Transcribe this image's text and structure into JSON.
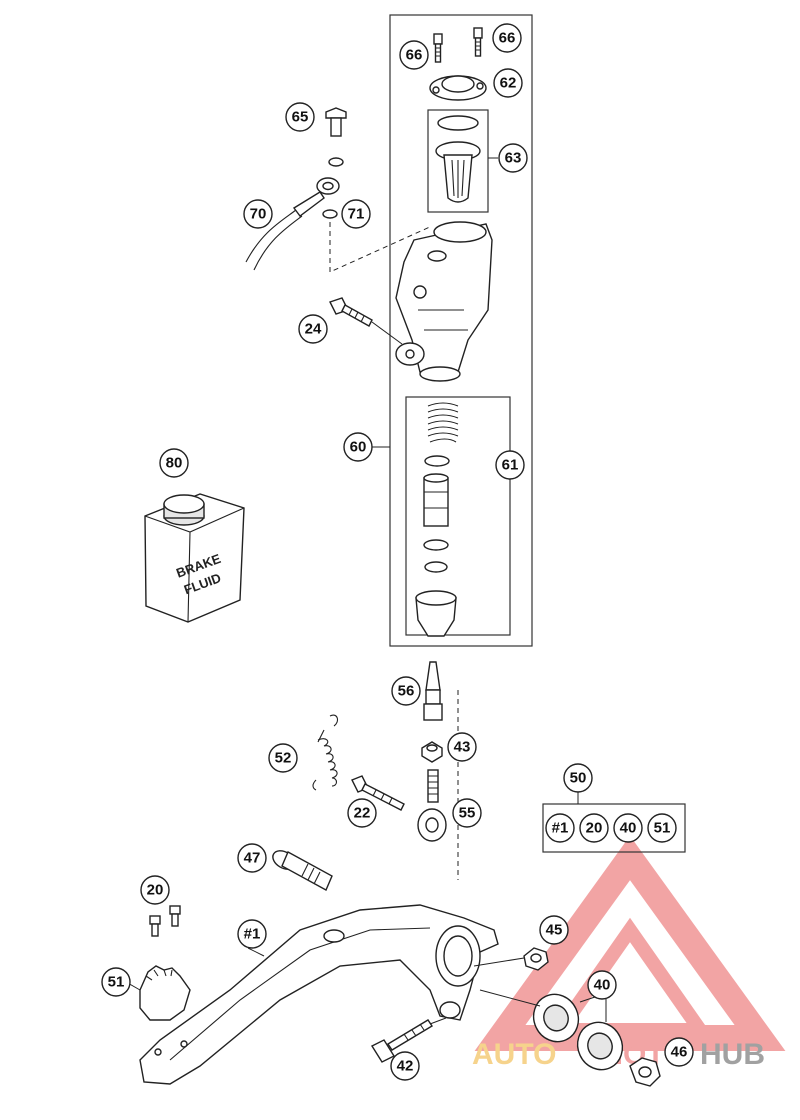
{
  "callouts": {
    "c66a": "66",
    "c66b": "66",
    "c62": "62",
    "c65": "65",
    "c63": "63",
    "c70": "70",
    "c71": "71",
    "c24": "24",
    "c60": "60",
    "c61": "61",
    "c80": "80",
    "c56": "56",
    "c52": "52",
    "c43": "43",
    "c50": "50",
    "c22": "22",
    "c55": "55",
    "c47": "47",
    "c20": "20",
    "c1": "#1",
    "c45": "45",
    "c40": "40",
    "c51": "51",
    "c42": "42",
    "c46": "46"
  },
  "kit_group": {
    "items": [
      "#1",
      "20",
      "40",
      "51"
    ]
  },
  "reservoir": {
    "line1": "BRAKE",
    "line2": "FLUID"
  },
  "watermark": {
    "text_a": "AUTO",
    "text_b": "MOTO",
    "text_c": "HUB"
  },
  "colors": {
    "watermark": "#e85a5a",
    "ink": "#222222"
  }
}
